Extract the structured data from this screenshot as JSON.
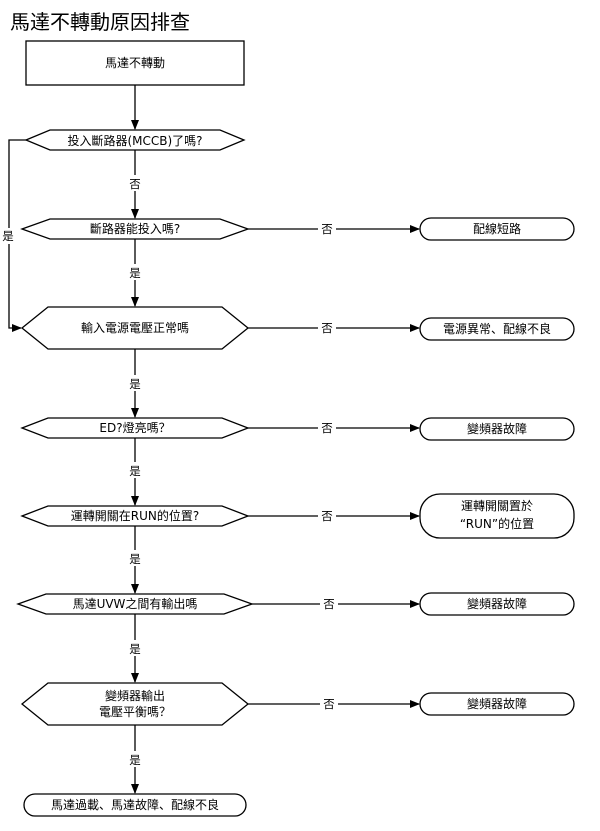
{
  "title": "馬達不轉動原因排查",
  "start": "馬達不轉動",
  "decisions": [
    {
      "lines": [
        "投入斷路器(MCCB)了嗎?"
      ]
    },
    {
      "lines": [
        "斷路器能投入嗎?"
      ]
    },
    {
      "lines": [
        "輸入電源電壓正常嗎"
      ]
    },
    {
      "lines": [
        "ED?燈亮嗎？"
      ]
    },
    {
      "lines": [
        "運轉開關在RUN的位置?"
      ]
    },
    {
      "lines": [
        "馬達UVW之間有輸出嗎"
      ]
    },
    {
      "lines": [
        "變頻器輸出",
        "電壓平衡嗎？"
      ]
    }
  ],
  "results": [
    {
      "lines": [
        "配線短路"
      ]
    },
    {
      "lines": [
        "電源異常、配線不良"
      ]
    },
    {
      "lines": [
        "變頻器故障"
      ]
    },
    {
      "lines": [
        "運轉開關置於",
        "“RUN”的位置"
      ]
    },
    {
      "lines": [
        "變頻器故障"
      ]
    },
    {
      "lines": [
        "變頻器故障"
      ]
    }
  ],
  "final": "馬達過載、馬達故障、配線不良",
  "labels": {
    "yes": "是",
    "no": "否"
  }
}
